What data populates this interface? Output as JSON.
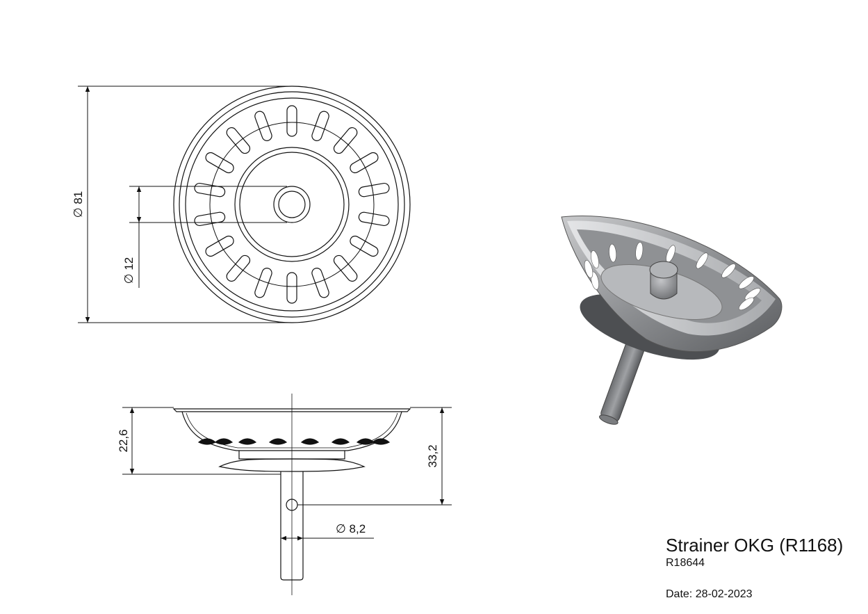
{
  "drawing": {
    "dimensions": {
      "outer_diameter": "∅ 81",
      "center_hole_diameter": "∅ 12",
      "side_height": "22,6",
      "total_height": "33,2",
      "stem_diameter": "∅ 8,2"
    }
  },
  "title_block": {
    "title": "Strainer OKG (R1168)",
    "code": "R18644",
    "date_label": "Date:",
    "date_value": "28-02-2023"
  },
  "colors": {
    "line": "#111111",
    "steel_light": "#d9dadc",
    "steel_mid": "#9c9ea1",
    "steel_dark": "#5a5c5f"
  }
}
